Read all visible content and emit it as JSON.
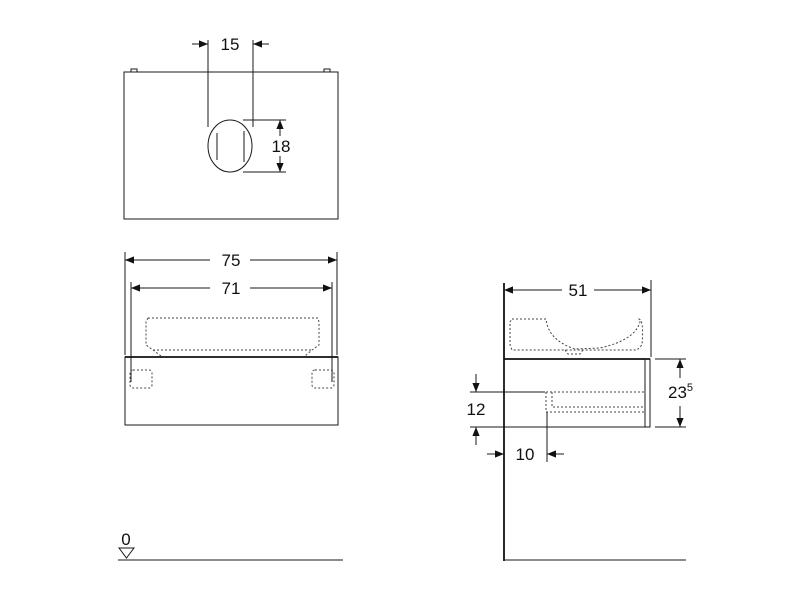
{
  "dimensions": {
    "top_hole_width": "15",
    "top_hole_height": "18",
    "front_overall_width": "75",
    "front_inner_width": "71",
    "side_depth": "51",
    "side_height_main": "23",
    "side_height_sup": "5",
    "side_drawer_height": "12",
    "side_drawer_offset": "10",
    "floor_level": "0"
  }
}
